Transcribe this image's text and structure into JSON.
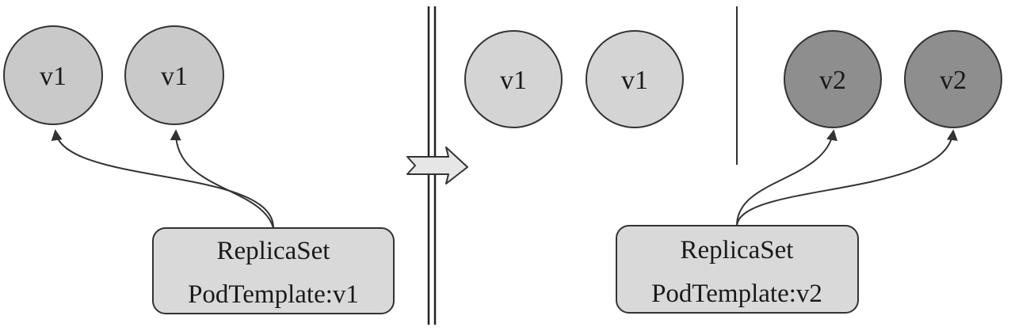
{
  "left_panel": {
    "pods": [
      {
        "label": "v1",
        "version": "v1",
        "fill": "#c9c9c9"
      },
      {
        "label": "v1",
        "version": "v1",
        "fill": "#c9c9c9"
      }
    ],
    "replicaset": {
      "title": "ReplicaSet",
      "template": "PodTemplate:v1",
      "fill": "#d9d9d9"
    }
  },
  "right_panel": {
    "old_pods": [
      {
        "label": "v1",
        "version": "v1",
        "fill": "#d4d4d4"
      },
      {
        "label": "v1",
        "version": "v1",
        "fill": "#d4d4d4"
      }
    ],
    "new_pods": [
      {
        "label": "v2",
        "version": "v2",
        "fill": "#8e8e8e"
      },
      {
        "label": "v2",
        "version": "v2",
        "fill": "#8e8e8e"
      }
    ],
    "replicaset": {
      "title": "ReplicaSet",
      "template": "PodTemplate:v2",
      "fill": "#d9d9d9"
    }
  },
  "colors": {
    "stroke": "#333333",
    "arrow_fill": "#e6e6e6"
  }
}
